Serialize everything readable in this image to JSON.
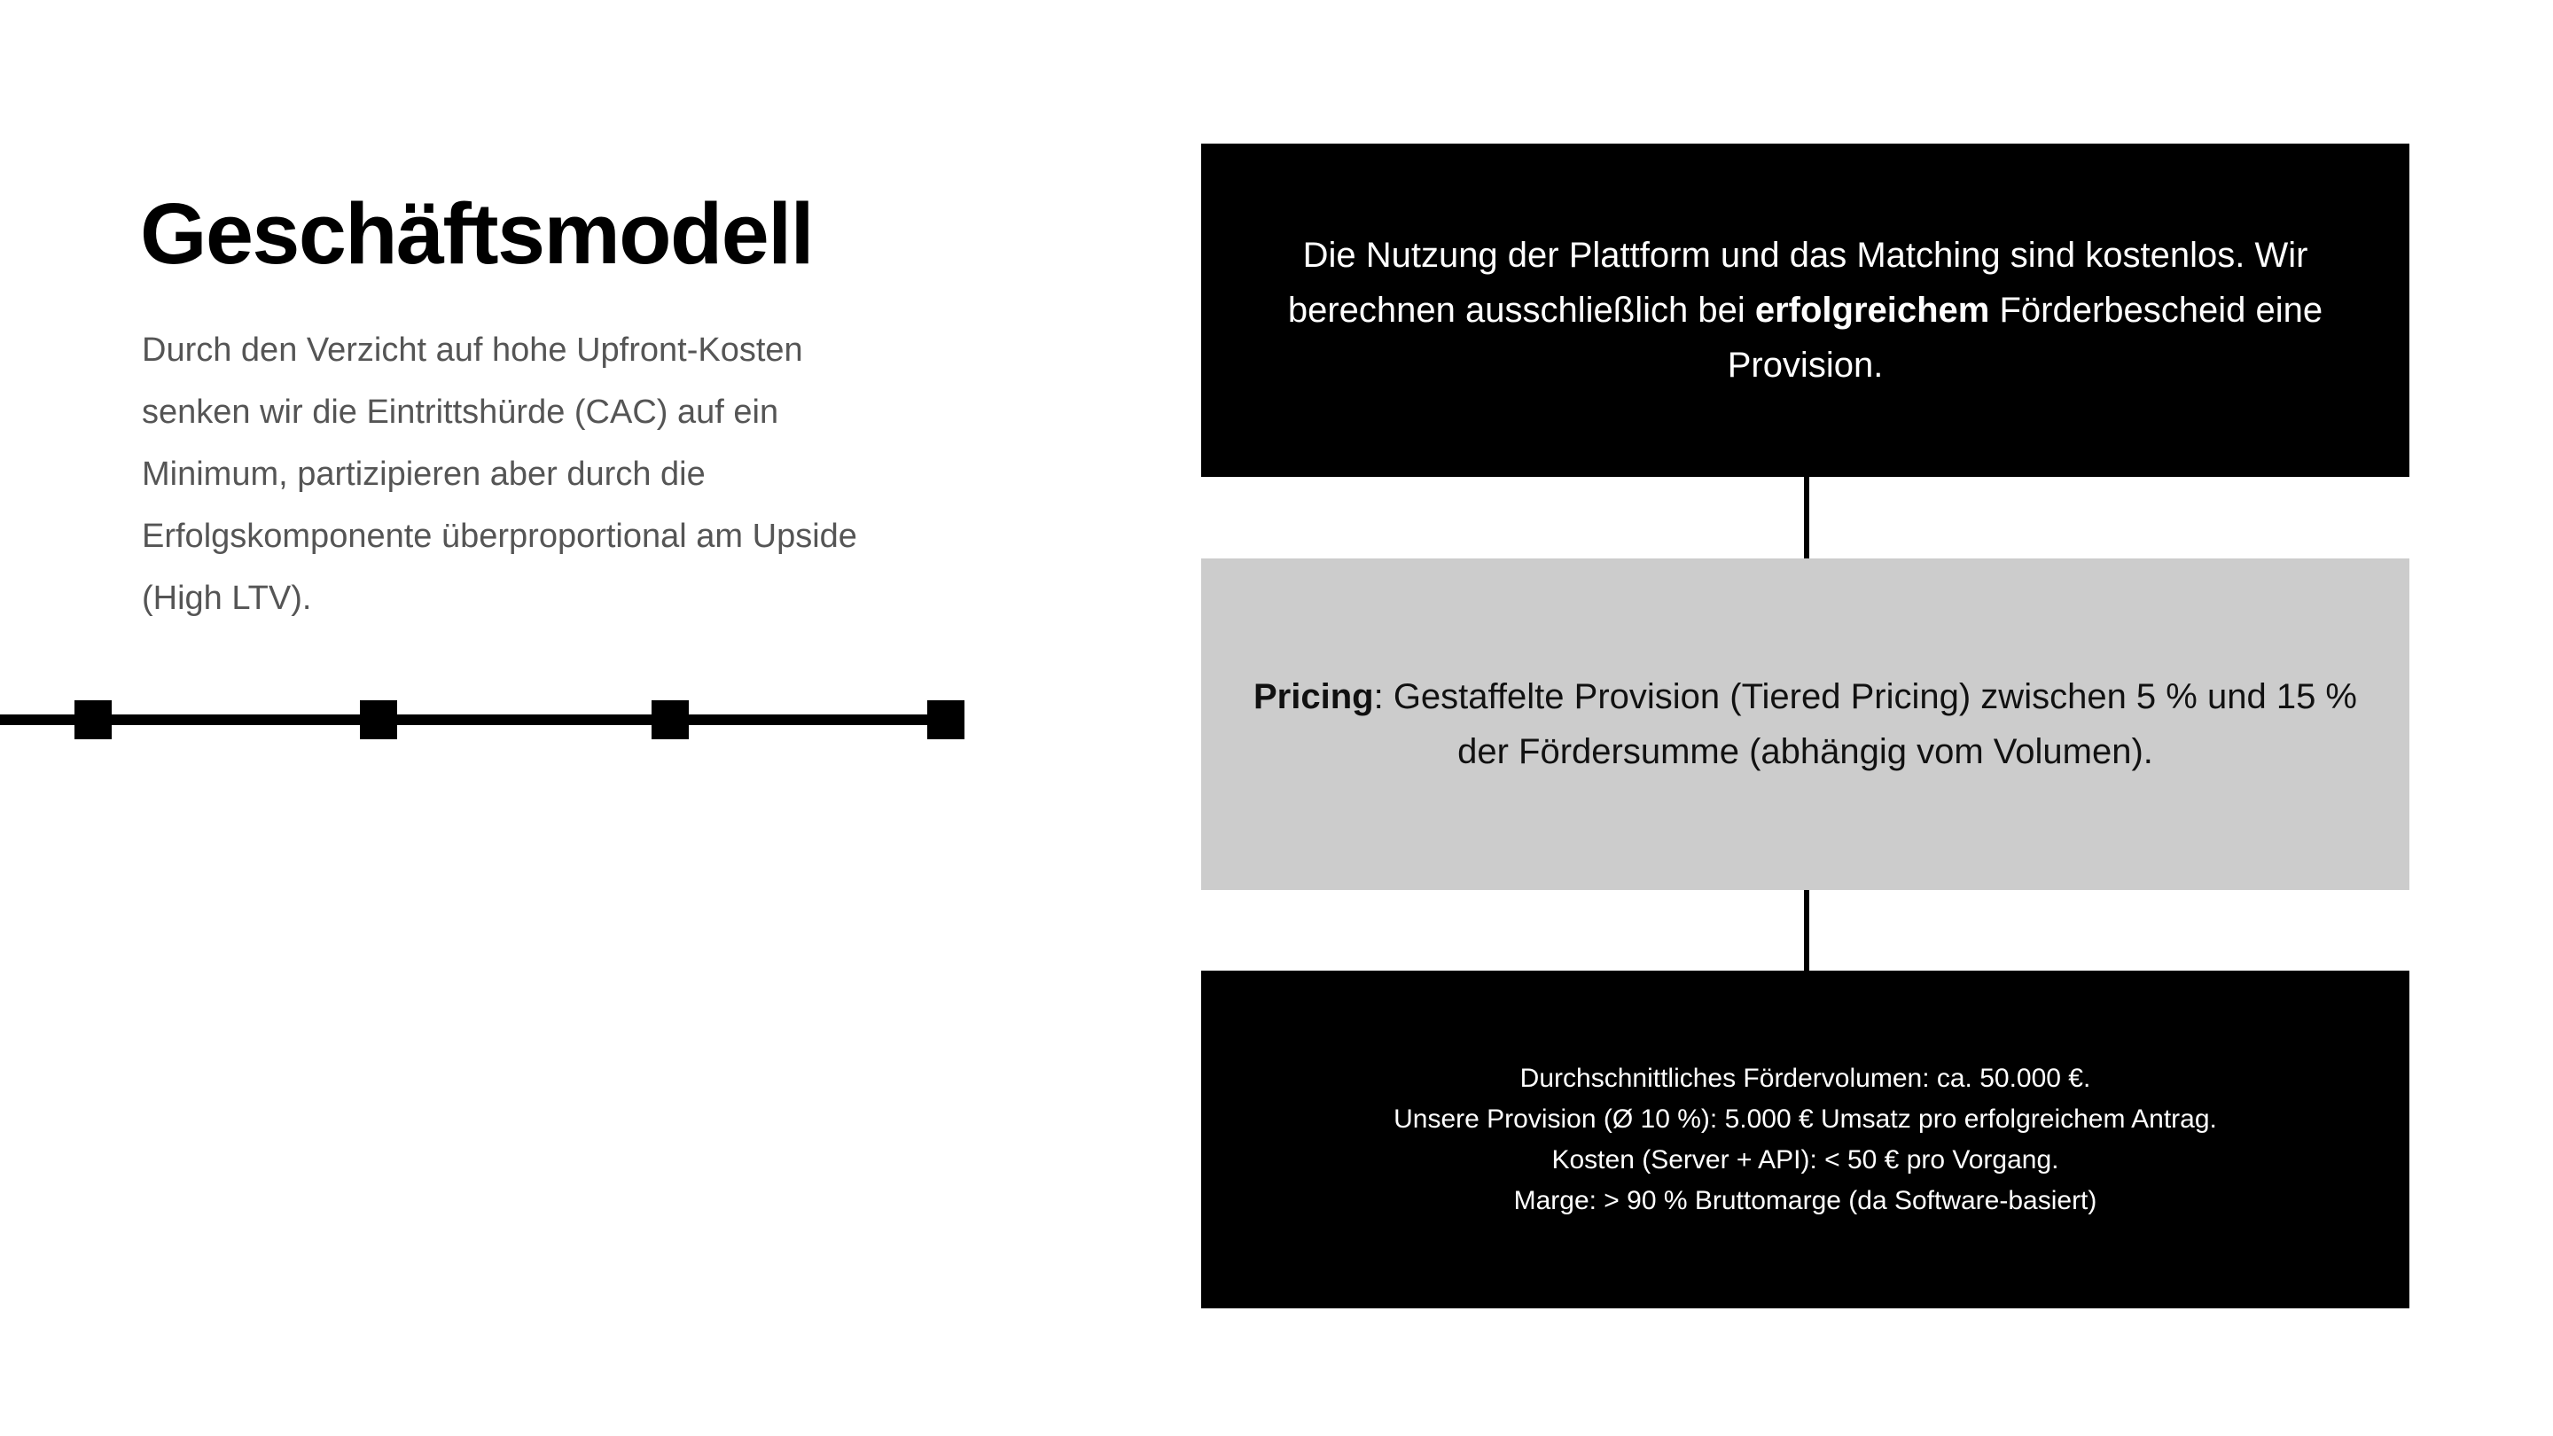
{
  "slide": {
    "title": "Geschäftsmodell",
    "intro_paragraph": "Durch den Verzicht auf hohe Upfront-Kosten senken wir die Eintrittshürde (CAC) auf ein Minimum, partizipieren aber durch die Erfolgskomponente überproportional am Upside (High LTV)."
  },
  "decoration": {
    "node_count": 4,
    "line_color": "#000000"
  },
  "flow": {
    "boxes": [
      {
        "id": "revenue-model",
        "style": "dark",
        "background": "#000000",
        "text_color": "#FFFFFF",
        "lead_text": "Die Nutzung der Plattform und das Matching sind kostenlos. Wir berechnen ausschließlich bei ",
        "emphasis": "erfolgreichem",
        "tail_text": " Förderbescheid eine Provision."
      },
      {
        "id": "pricing",
        "style": "light",
        "background": "#CCCCCC",
        "text_color": "#111111",
        "emphasis": "Pricing",
        "tail_text": ": Gestaffelte Provision (Tiered Pricing) zwischen 5 % und 15 % der Fördersumme (abhängig vom Volumen)."
      },
      {
        "id": "unit-economics",
        "style": "dark",
        "background": "#000000",
        "text_color": "#FFFFFF",
        "lines": [
          "Durchschnittliches Fördervolumen: ca. 50.000 €.",
          "Unsere Provision (Ø 10 %): 5.000 € Umsatz pro erfolgreichem Antrag.",
          "Kosten (Server + API): < 50 € pro Vorgang.",
          "Marge: > 90 % Bruttomarge (da Software-basiert)"
        ]
      }
    ]
  }
}
